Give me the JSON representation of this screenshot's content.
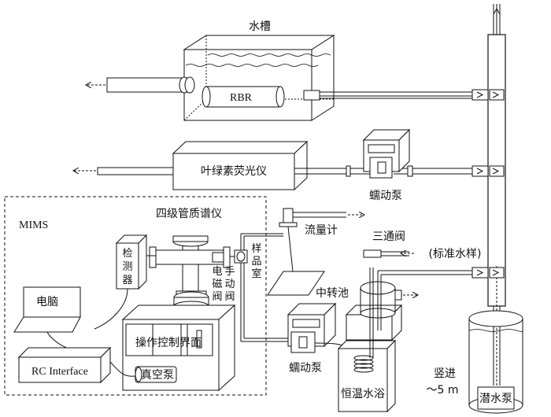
{
  "labels": {
    "water_tank": "水槽",
    "rbr": "RBR",
    "fluorometer": "叶绿素荧光仪",
    "peristaltic_pump_top": "蠕动泵",
    "mims": "MIMS",
    "quadrupole_ms": "四级管质谱仪",
    "detector": "检测器",
    "solenoid_manual_valve": "电手磁动阀阀",
    "sample_chamber": "样品室",
    "flowmeter": "流量计",
    "three_way_valve": "三通阀",
    "standard_sample": "(标准水样)",
    "transfer_tank": "中转池",
    "computer": "电脑",
    "control_interface": "操作控制界面",
    "vacuum_pump": "真空泵",
    "rc_interface": "RC Interface",
    "peristaltic_pump_bottom": "蠕动泵",
    "thermostatic_bath": "恒温水浴",
    "vertical_intake": "竖进",
    "depth": "～5 m",
    "submersible_pump": "潜水泵"
  },
  "colors": {
    "stroke": "#111111",
    "fill_light": "#f2f2f2",
    "fill_mid": "#d9d9d9",
    "fill_dark": "#9a9a9a"
  }
}
